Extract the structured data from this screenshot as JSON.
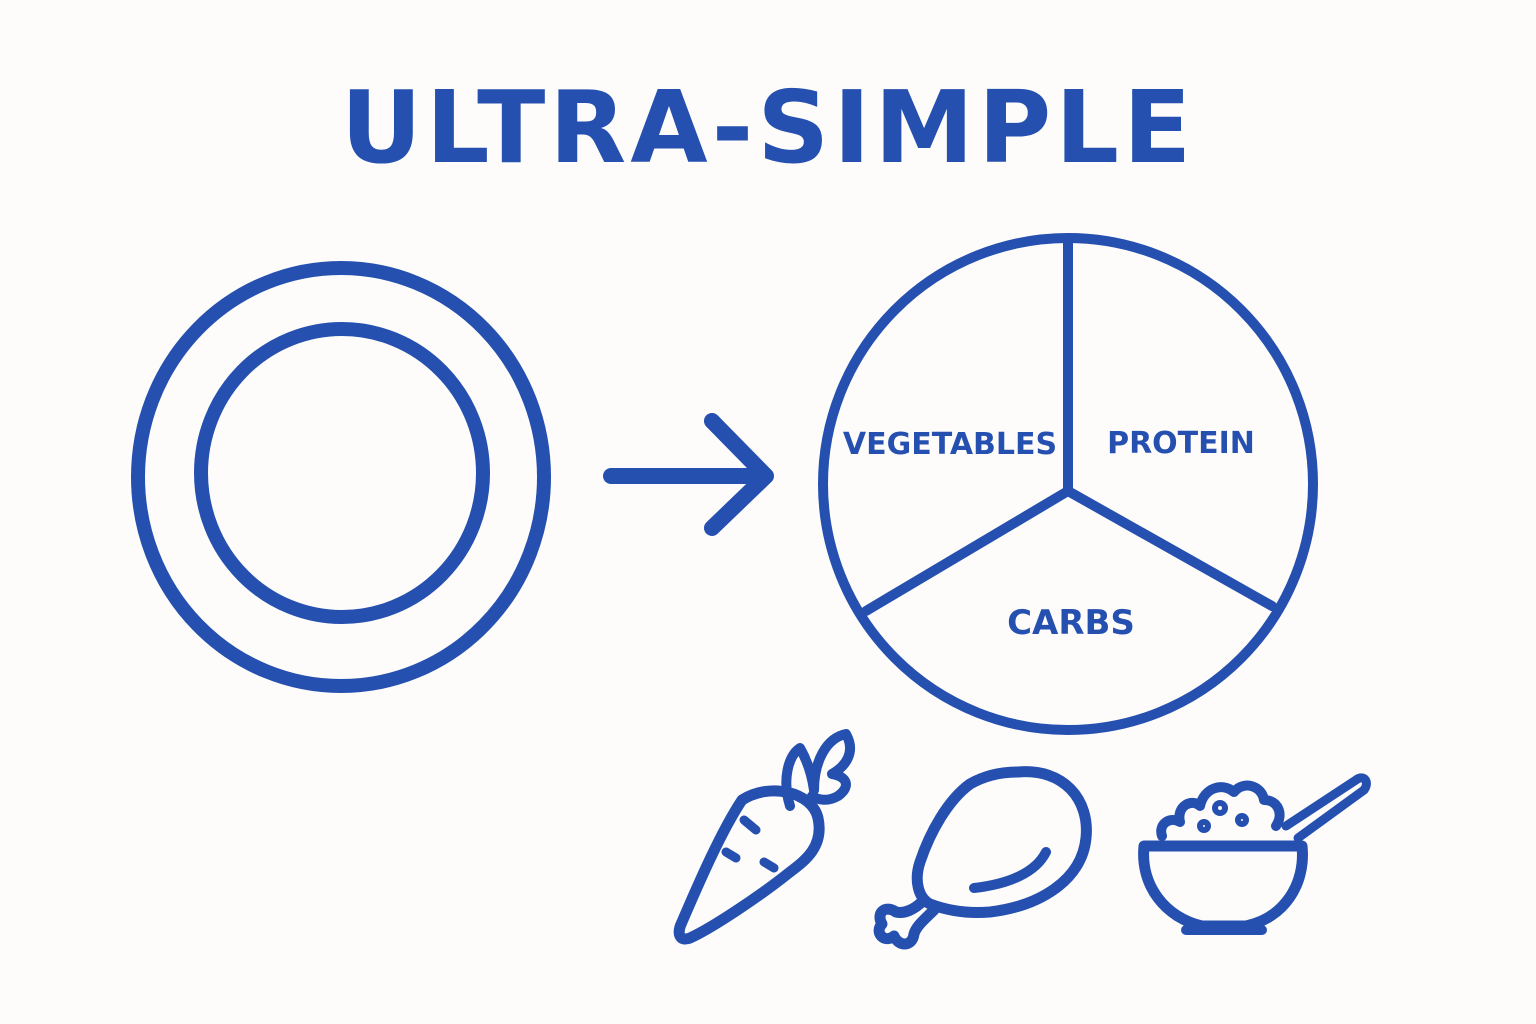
{
  "title": "ULTRA-SIMPLE",
  "accent_color": "#2550b0",
  "background_color": "#fdfcfa",
  "empty_plate": {
    "icon": "empty-plate-icon"
  },
  "arrow": {
    "icon": "right-arrow-icon"
  },
  "divided_plate": {
    "sections": [
      {
        "label": "VEGETABLES"
      },
      {
        "label": "PROTEIN"
      },
      {
        "label": "CARBS"
      }
    ]
  },
  "food_icons": [
    {
      "icon": "carrot-icon"
    },
    {
      "icon": "chicken-leg-icon"
    },
    {
      "icon": "rice-bowl-icon"
    }
  ]
}
